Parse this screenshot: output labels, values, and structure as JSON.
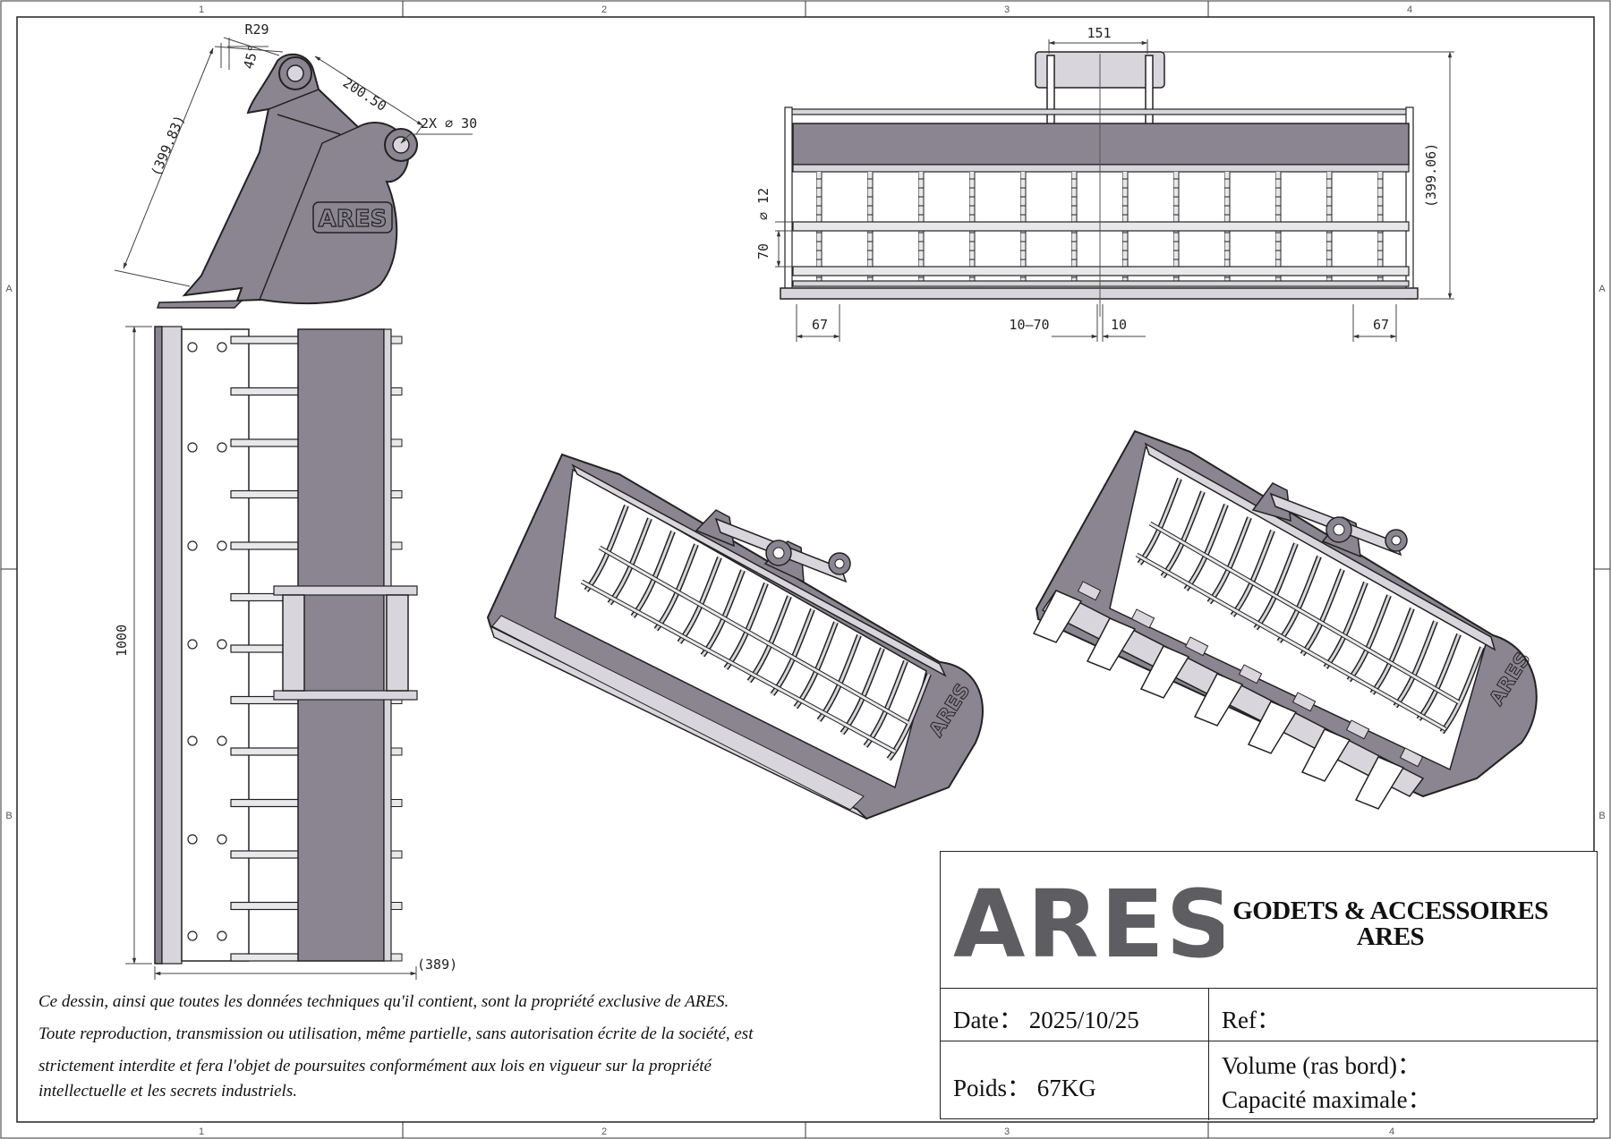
{
  "sheet": {
    "zones_top": [
      "1",
      "2",
      "3",
      "4"
    ],
    "zones_bottom": [
      "1",
      "2",
      "3",
      "4"
    ],
    "zones_left": [
      "A",
      "B"
    ],
    "zones_right": [
      "A",
      "B"
    ]
  },
  "side_view": {
    "logo_text": "ARES",
    "dims": {
      "radius": "R29",
      "angle": "45°",
      "pin_spacing": "200.50",
      "pin_diameter": "2X ⌀ 30",
      "height": "(399.83)"
    }
  },
  "front_view": {
    "dims": {
      "top_spacing": "151",
      "bar_diameter": "⌀ 12",
      "bar_spacing": "70",
      "overall_height": "(399.06)",
      "left_edge": "67",
      "gap_range": "10–70",
      "gap": "10",
      "right_edge": "67"
    }
  },
  "top_view": {
    "dims": {
      "width": "1000",
      "depth": "(389)"
    }
  },
  "iso_views": {
    "logo_text": "ARES"
  },
  "title_block": {
    "logo_text": "ARES",
    "title_line1": "GODETS & ACCESSOIRES",
    "title_line2": "ARES",
    "date_label": "Date：",
    "date_value": "2025/10/25",
    "ref_label": "Ref：",
    "weight_label": "Poids：",
    "weight_value": "67KG",
    "volume_label": "Volume (ras bord)：",
    "capacity_label": "Capacité maximale："
  },
  "disclaimer": {
    "line1": "Ce dessin, ainsi que toutes les données techniques qu'il contient, sont la propriété exclusive de ARES.",
    "line2": "Toute reproduction, transmission ou utilisation, même partielle, sans autorisation écrite de la société, est",
    "line3": "strictement interdite et fera l'objet de poursuites conformément aux lois en vigueur sur la propriété",
    "line4": "intellectuelle et les secrets industriels."
  },
  "colors": {
    "metal": "#8a8590",
    "metal_dark": "#6e6873",
    "metal_light": "#d8d6dc",
    "line": "#222222",
    "dim_line": "#444444"
  }
}
